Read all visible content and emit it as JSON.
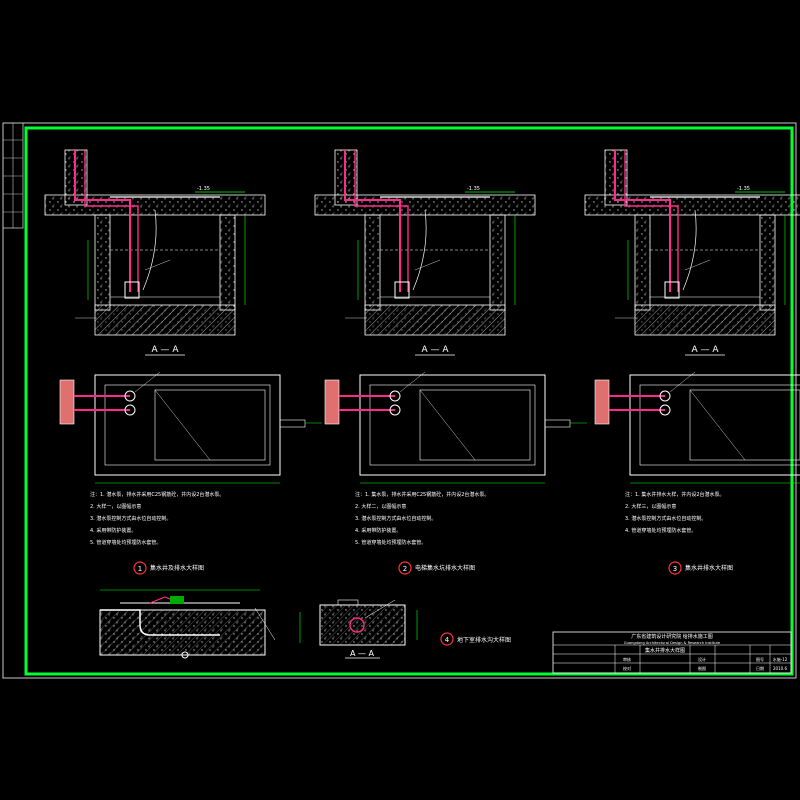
{
  "colors": {
    "background": "#000000",
    "outer_frame": "#c8c8c8",
    "border": "#00ff33",
    "line": "#ffffff",
    "pipe": "#ff2a8a",
    "wall_fill": "#e07070",
    "level_mark": "#00ff00",
    "dim_line": "#00ff00",
    "note_text": "#ffffff",
    "callout_circle": "#ff3333"
  },
  "sections": [
    {
      "label": "A — A",
      "level_mark": "-1.35"
    },
    {
      "label": "A — A",
      "level_mark": "-1.35"
    },
    {
      "label": "A — A",
      "level_mark": "-1.35"
    }
  ],
  "plans": [
    {
      "title": "集水井及排水大样图",
      "index": "1",
      "notes": [
        "注：1. 潜水泵，排水井采用C25钢筋砼，井内设2台潜水泵。",
        "2. 大样一，以图幅示意",
        "3. 潜水泵控制方式由水位自动控制。",
        "4. 采用带防护装置。",
        "5. 管道穿墙处均预埋防水套管。"
      ]
    },
    {
      "title": "电梯集水坑排水大样图",
      "index": "2",
      "notes": [
        "注：1. 集水泵，排水井采用C25钢筋砼，井内设2台潜水泵。",
        "2. 大样二，以图幅示意",
        "3. 潜水泵控制方式由水位自动控制。",
        "4. 采用带防护装置。",
        "5. 管道穿墙处均预埋防水套管。"
      ]
    },
    {
      "title": "集水井排水大样图",
      "index": "3",
      "notes": [
        "注：1. 集水井排水大样，井内设2台潜水泵。",
        "2. 大样三，以图幅示意",
        "3. 潜水泵控制方式由水位自动控制。",
        "4. 管道穿墙处均预埋防水套管。"
      ]
    }
  ],
  "details": [
    {
      "title": "",
      "index": ""
    },
    {
      "title": "地下室排水沟大样图",
      "index": "4",
      "section_label": "A — A"
    }
  ],
  "title_block": {
    "institute": "广东省建筑设计研究院 给排水施工图",
    "institute_en": "Guangdong Architectural Design & Research Institute",
    "drawing_name": "集水井排水大样图",
    "rows": [
      [
        "",
        "审核",
        "",
        "设计",
        "",
        "图号",
        "水施-12"
      ],
      [
        "",
        "校对",
        "",
        "制图",
        "",
        "日期",
        "2010.6"
      ]
    ]
  }
}
